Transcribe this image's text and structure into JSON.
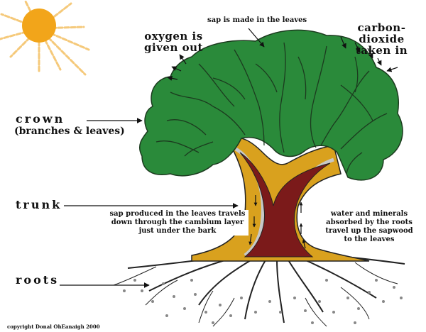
{
  "labels": {
    "crown": "crown",
    "crown_sub": "(branches & leaves)",
    "trunk": "trunk",
    "roots": "roots",
    "sap_made": "sap is made in the leaves",
    "oxygen_line1": "oxygen is",
    "oxygen_line2": "given out",
    "co2_line1": "carbon-dioxide",
    "co2_line2": "taken in",
    "sap_down_line1": "sap produced in the leaves travels",
    "sap_down_line2": "down through the cambium layer",
    "sap_down_line3": "just under the bark",
    "water_line1": "water and minerals",
    "water_line2": "absorbed by the roots",
    "water_line3": "travel up the sapwood",
    "water_line4": "to the leaves",
    "copyright": "copyright Donal OhEanaigh  2000"
  },
  "colors": {
    "sun": "#f2a51a",
    "sun_rays": "#f5c97a",
    "foliage": "#2a8a3a",
    "foliage_veins": "#1c3b1f",
    "bark": "#d9a11e",
    "cambium": "#c8c8c8",
    "heartwood": "#7b1a1a",
    "roots": "#222222"
  }
}
